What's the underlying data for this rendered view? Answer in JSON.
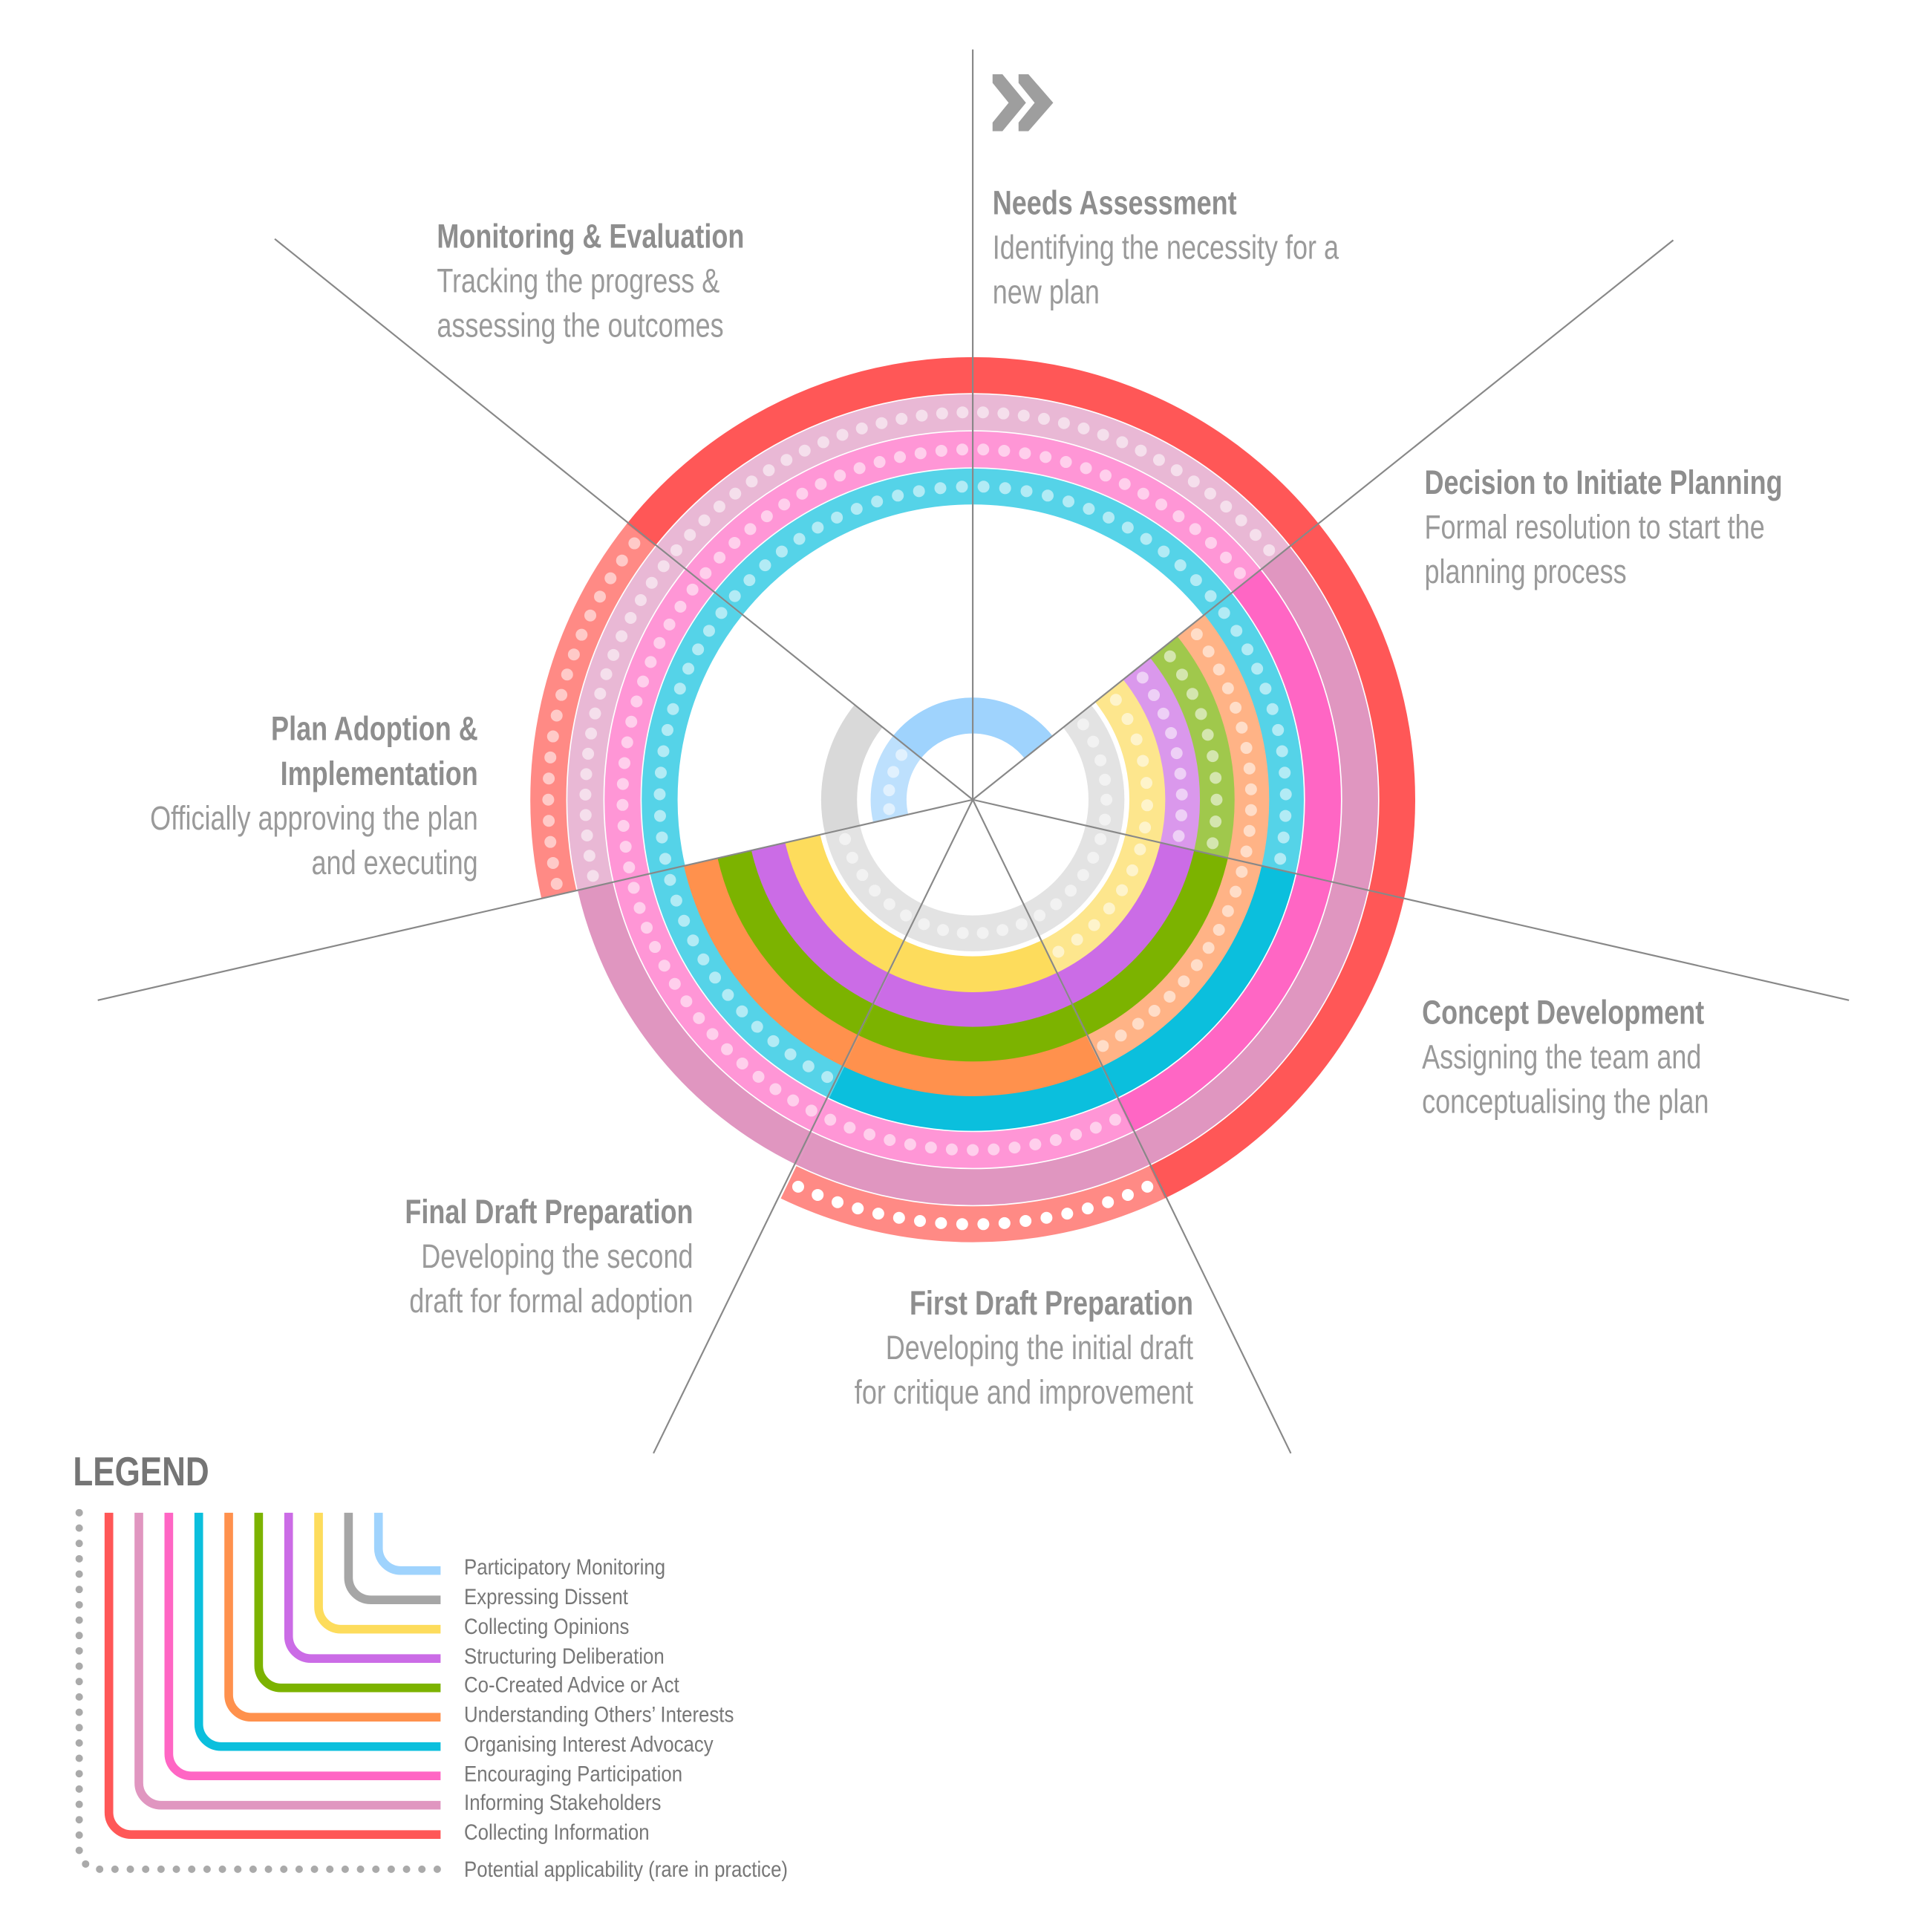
{
  "stages": [
    {
      "title": "Needs Assessment",
      "desc": [
        "Identifying the necessity for a",
        "new plan"
      ]
    },
    {
      "title": "Decision to Initiate Planning",
      "desc": [
        "Formal resolution to start the",
        "planning process"
      ]
    },
    {
      "title": "Concept Development",
      "desc": [
        "Assigning the team and",
        "conceptualising the plan"
      ]
    },
    {
      "title": "First Draft Preparation",
      "desc": [
        "Developing the initial draft",
        "for critique and improvement"
      ]
    },
    {
      "title": "Final Draft Preparation",
      "desc": [
        "Developing the second",
        "draft for formal adoption"
      ]
    },
    {
      "title": [
        "Plan Adoption &",
        "Implementation"
      ],
      "desc": [
        "Officially approving the plan",
        "and executing"
      ]
    },
    {
      "title": "Monitoring & Evaluation",
      "desc": [
        "Tracking the progress &",
        "assessing the outcomes"
      ]
    }
  ],
  "levels": [
    {
      "name": "Collecting Information",
      "color": "#ff5757",
      "light": "#ff8a85",
      "states": [
        "solid",
        "solid",
        "solid",
        "potential",
        "none",
        "potential",
        "solid"
      ]
    },
    {
      "name": "Informing Stakeholders",
      "color": "#e096c0",
      "light": "#e9b8d5",
      "states": [
        "potential",
        "solid",
        "solid",
        "solid",
        "solid",
        "potential",
        "potential"
      ]
    },
    {
      "name": "Encouraging Participation",
      "color": "#ff66c4",
      "light": "#ff96d6",
      "states": [
        "potential",
        "solid",
        "solid",
        "potential",
        "potential",
        "potential",
        "potential"
      ]
    },
    {
      "name": "Organising Interest Advocacy",
      "color": "#0bbfdd",
      "light": "#55d3e8",
      "states": [
        "potential",
        "potential",
        "solid",
        "solid",
        "potential",
        "potential",
        "potential"
      ]
    },
    {
      "name": "Understanding Others’ Interests",
      "color": "#ff914d",
      "light": "#ffb386",
      "states": [
        "none",
        "potential",
        "potential",
        "solid",
        "solid",
        "none",
        "none"
      ]
    },
    {
      "name": "Co-Created Advice or Act",
      "color": "#7cb300",
      "light": "#a0c84c",
      "states": [
        "none",
        "potential",
        "solid",
        "solid",
        "solid",
        "none",
        "none"
      ]
    },
    {
      "name": "Structuring Deliberation",
      "color": "#cb6ce6",
      "light": "#da98ec",
      "states": [
        "none",
        "potential",
        "solid",
        "solid",
        "solid",
        "none",
        "none"
      ]
    },
    {
      "name": "Collecting Opinions",
      "color": "#fddc5c",
      "light": "#fde68d",
      "states": [
        "none",
        "potential",
        "potential",
        "solid",
        "solid",
        "none",
        "none"
      ]
    },
    {
      "name": "Expressing Dissent",
      "color": "#a6a6a6",
      "light": "#e3e3e3",
      "solid_fill": "#d9d9d9",
      "states": [
        "none",
        "potential",
        "potential",
        "potential",
        "potential",
        "solid",
        "none"
      ]
    },
    {
      "name": "Participatory Monitoring",
      "color": "#9fd3fd",
      "light": "#bde0fd",
      "states": [
        "solid",
        "none",
        "none",
        "none",
        "none",
        "potential",
        "solid"
      ]
    }
  ],
  "legend": {
    "title": "LEGEND",
    "potential_label": "Potential applicability (rare in practice)",
    "potential_color": "#aaaaaa"
  },
  "icons": {
    "header": "double-chevron-right-icon"
  },
  "colors": {
    "text": "#9a9a9a",
    "divider": "#888888"
  }
}
